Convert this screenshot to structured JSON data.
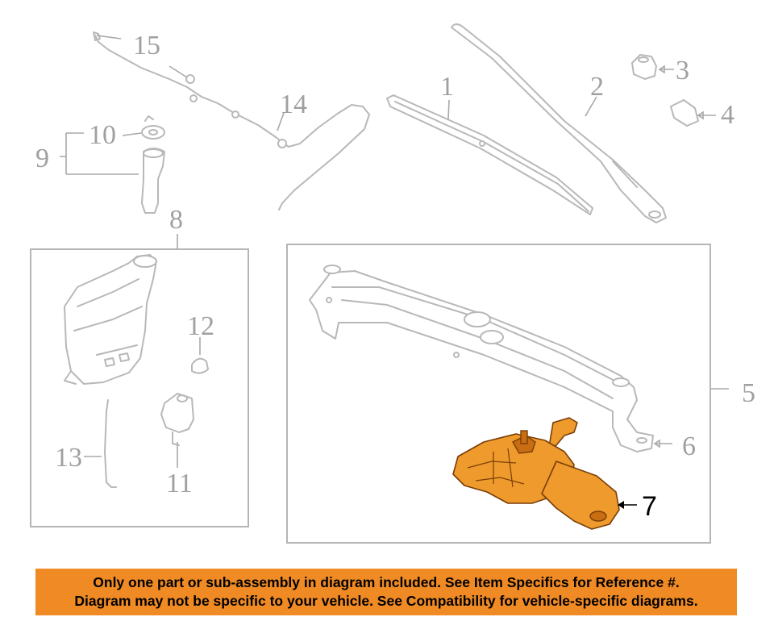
{
  "callouts": {
    "c1": "1",
    "c2": "2",
    "c3": "3",
    "c4": "4",
    "c5": "5",
    "c6": "6",
    "c7": "7",
    "c8": "8",
    "c9": "9",
    "c10": "10",
    "c11": "11",
    "c12": "12",
    "c13": "13",
    "c14": "14",
    "c15": "15"
  },
  "highlight_color": "#f08a24",
  "notice": {
    "line1": "Only one part or sub-assembly in diagram included. See Item Specifics for Reference #.",
    "line2": "Diagram may not be specific to your vehicle. See Compatibility for vehicle-specific diagrams."
  }
}
